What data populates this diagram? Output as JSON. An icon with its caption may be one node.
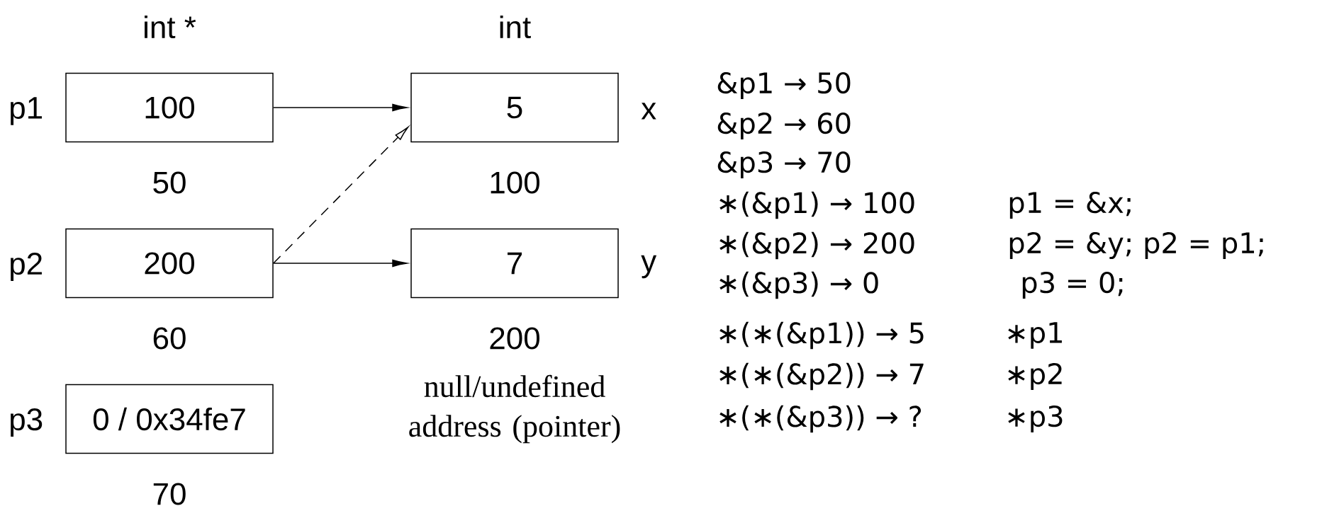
{
  "diagram": {
    "nodes": [
      {
        "text": [
          "100"
        ],
        "beside": [
          "p1",
          "50"
        ]
      },
      {
        "text": [
          "200"
        ],
        "beside": [
          "p2",
          "60"
        ]
      },
      {
        "text": [
          "0 / 0x34fe7"
        ],
        "beside": [
          "p3",
          "70"
        ]
      },
      {
        "text": [
          "5"
        ],
        "beside": [
          "x",
          "100"
        ]
      },
      {
        "text": [
          "7"
        ],
        "beside": [
          "y",
          "200"
        ]
      }
    ],
    "edges": [
      {
        "from": 0,
        "to": 3,
        "arrow": "to"
      },
      {
        "from": 1,
        "to": 4,
        "arrow": "to"
      },
      {
        "from": 1,
        "to": 3,
        "arrow": "to",
        "style": "dashed"
      }
    ],
    "labels": [
      "int *",
      "int",
      "&p1 → 50",
      "&p2 → 60",
      "&p3 → 70",
      "∗(&p1) → 100",
      "p1 = &x;",
      "∗(&p2) → 200",
      "p2 = &y; p2 = p1;",
      "∗(&p3) → 0",
      "p3 = 0;",
      "∗(∗(&p1)) → 5",
      "∗p1",
      "∗(∗(&p2)) → 7",
      "∗p2",
      "∗(∗(&p3)) → ?",
      "∗p3",
      "null/undefined address (pointer)"
    ]
  }
}
